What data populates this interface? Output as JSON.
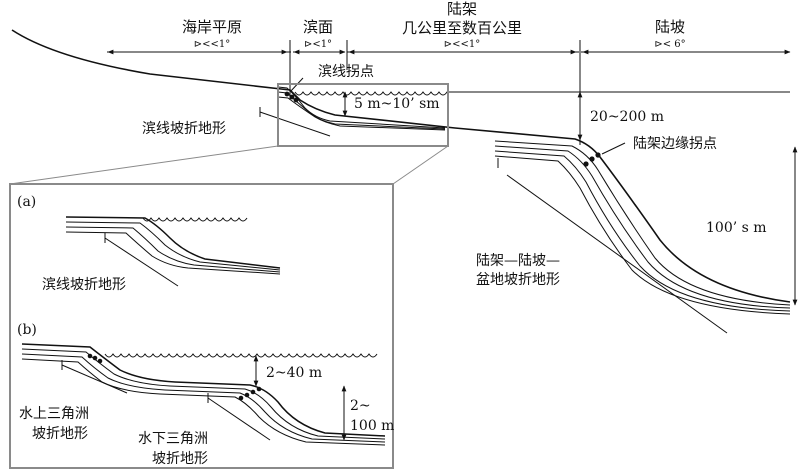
{
  "zones": {
    "coastal_plain": {
      "label": "海岸平原",
      "slope": "⊳<<1°"
    },
    "shoreface": {
      "label": "滨面",
      "slope": "⊳<1°"
    },
    "shelf": {
      "label": "陆架",
      "extent": "几公里至数百公里",
      "slope": "⊳<<1°"
    },
    "slope": {
      "label": "陆坡",
      "slope": "⊳< 6°"
    }
  },
  "annotations": {
    "shoreline_break": "滨线拐点",
    "shoreline_depth": "5 m~10’ sm",
    "shoreline_clinoform": "滨线坡折地形",
    "shelf_depth": "20~200 m",
    "shelf_edge_break": "陆架边缘拐点",
    "slope_height": "100’ s m",
    "shelf_slope_basin_line1": "陆架—陆坡—",
    "shelf_slope_basin_line2": "盆地坡折地形"
  },
  "inset": {
    "panel_a": {
      "tag": "(a)",
      "label": "滨线坡折地形"
    },
    "panel_b": {
      "tag": "(b)",
      "water_depth": "2~40 m",
      "height_line1": "2~",
      "height_line2": "100 m",
      "subaerial_line1": "水上三角洲",
      "subaerial_line2": "坡折地形",
      "subaqueous_line1": "水下三角洲",
      "subaqueous_line2": "坡折地形"
    }
  },
  "colors": {
    "ink": "#111111",
    "inset_frame": "#8a8a8a"
  }
}
